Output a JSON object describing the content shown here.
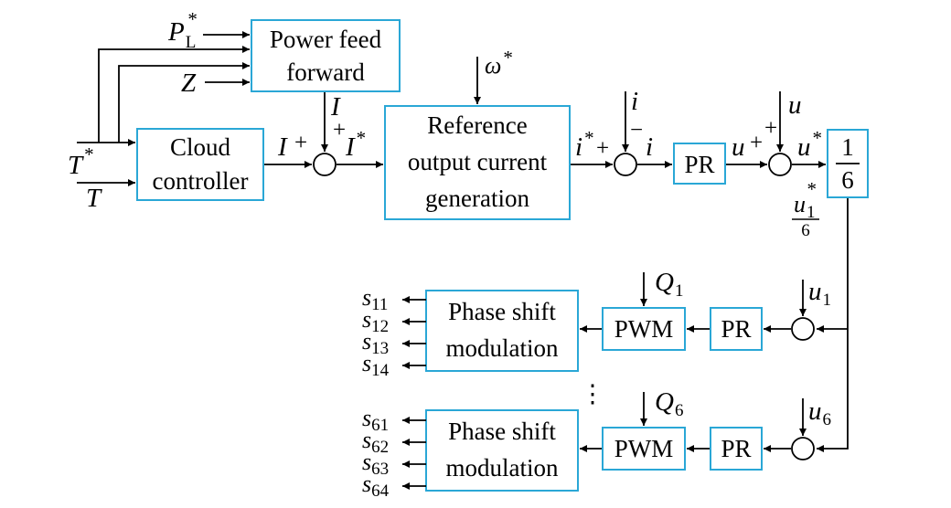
{
  "blocks": {
    "power_ff": [
      "Power feed",
      "forward"
    ],
    "cloud": [
      "Cloud",
      "controller"
    ],
    "ref": [
      "Reference",
      "output current",
      "generation"
    ],
    "pr_main": "PR",
    "frac_num": "1",
    "frac_den": "6",
    "pr_row1": "PR",
    "pwm_row1": "PWM",
    "psm_row1": [
      "Phase shift",
      "modulation"
    ],
    "pr_row6": "PR",
    "pwm_row6": "PWM",
    "psm_row6": [
      "Phase shift",
      "modulation"
    ]
  },
  "signals": {
    "PL": "P",
    "PL_sub": "L",
    "PL_sup": "*",
    "Z": "Z",
    "Tstar": "T",
    "Tstar_sup": "*",
    "T": "T",
    "I_ff": "I",
    "I_fb": "I",
    "Istar": "I",
    "Istar_sup": "*",
    "omega": "ω",
    "omega_sup": "*",
    "i_meas": "i",
    "istar": "i",
    "istar_sup": "*",
    "i_err": "i",
    "u_meas": "u",
    "u_pr": "u",
    "ustar": "u",
    "ustar_sup": "*",
    "u1star": "u",
    "u1star_sub": "1",
    "u1star_sup": "*",
    "u1star_den": "6",
    "u1": "u",
    "u1_sub": "1",
    "u6": "u",
    "u6_sub": "6",
    "Q1": "Q",
    "Q1_sub": "1",
    "Q6": "Q",
    "Q6_sub": "6",
    "dots": "⋮"
  },
  "signs": {
    "plus": "+",
    "minus": "−"
  },
  "outputs_row1": [
    {
      "s": "s",
      "sub": "11"
    },
    {
      "s": "s",
      "sub": "12"
    },
    {
      "s": "s",
      "sub": "13"
    },
    {
      "s": "s",
      "sub": "14"
    }
  ],
  "outputs_row6": [
    {
      "s": "s",
      "sub": "61"
    },
    {
      "s": "s",
      "sub": "62"
    },
    {
      "s": "s",
      "sub": "63"
    },
    {
      "s": "s",
      "sub": "64"
    }
  ]
}
